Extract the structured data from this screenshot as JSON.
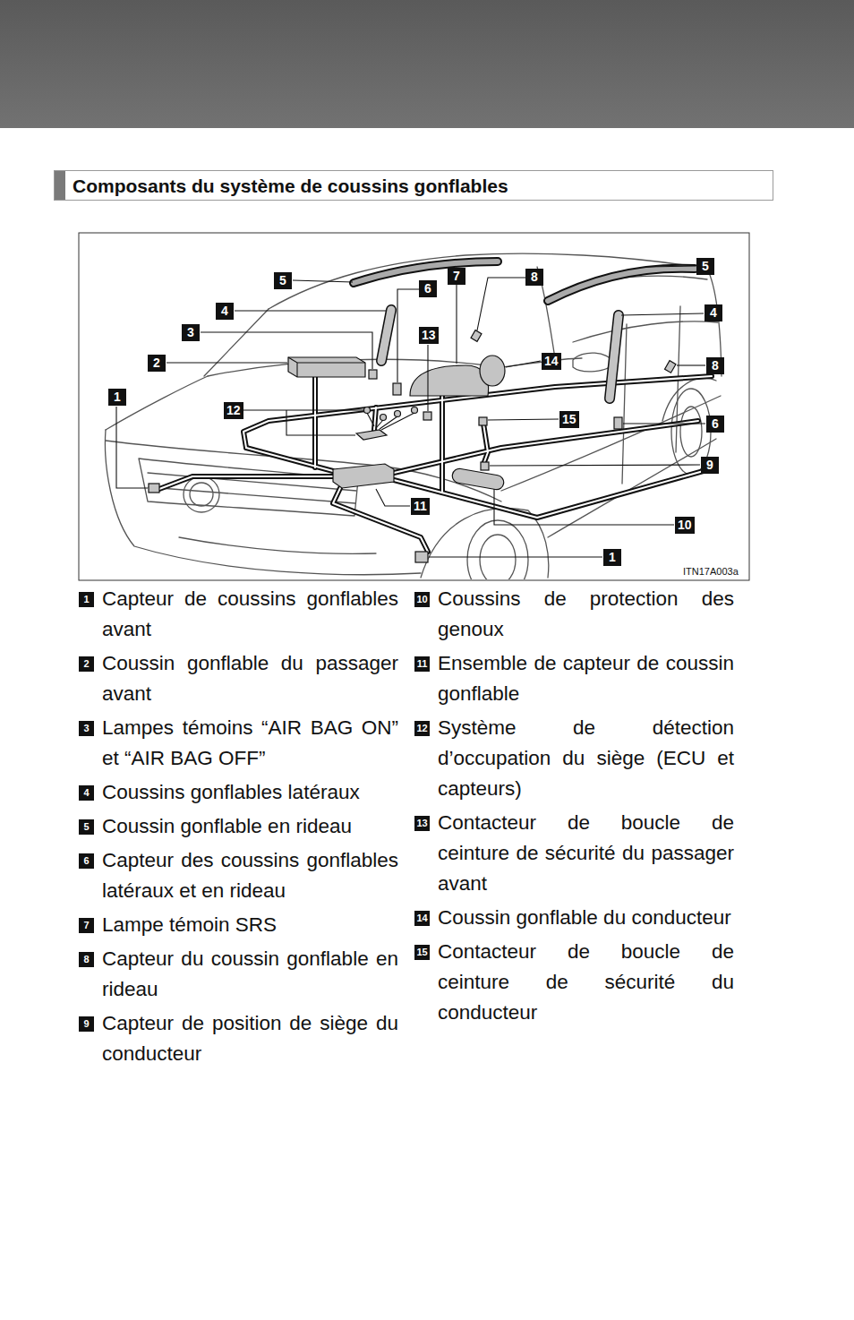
{
  "diagram": {
    "title": "Composants du système de coussins gonflables",
    "nodes": [
      {
        "text": [
          "5"
        ]
      },
      {
        "text": [
          "7"
        ]
      },
      {
        "text": [
          "8"
        ]
      },
      {
        "text": [
          "5"
        ]
      },
      {
        "text": [
          "6"
        ]
      },
      {
        "text": [
          "4"
        ]
      },
      {
        "text": [
          "4"
        ]
      },
      {
        "text": [
          "3"
        ]
      },
      {
        "text": [
          "13"
        ]
      },
      {
        "text": [
          "14"
        ]
      },
      {
        "text": [
          "2"
        ]
      },
      {
        "text": [
          "8"
        ]
      },
      {
        "text": [
          "1"
        ]
      },
      {
        "text": [
          "12"
        ]
      },
      {
        "text": [
          "15"
        ]
      },
      {
        "text": [
          "6"
        ]
      },
      {
        "text": [
          "9"
        ]
      },
      {
        "text": [
          "11"
        ]
      },
      {
        "text": [
          "10"
        ]
      },
      {
        "text": [
          "1"
        ]
      },
      {
        "text": [
          "1",
          "Capteur de coussins gonflables avant"
        ]
      },
      {
        "text": [
          "2",
          "Coussin gonflable du passager avant"
        ]
      },
      {
        "text": [
          "3",
          "Lampes témoins “AIR BAG ON” et “AIR BAG OFF”"
        ]
      },
      {
        "text": [
          "4",
          "Coussins gonflables latéraux"
        ]
      },
      {
        "text": [
          "5",
          "Coussin gonflable en rideau"
        ]
      },
      {
        "text": [
          "6",
          "Capteur des coussins gonflables latéraux et en rideau"
        ]
      },
      {
        "text": [
          "7",
          "Lampe témoin SRS"
        ]
      },
      {
        "text": [
          "8",
          "Capteur du coussin gonflable en rideau"
        ]
      },
      {
        "text": [
          "9",
          "Capteur de position de siège du conducteur"
        ]
      },
      {
        "text": [
          "10",
          "Coussins de protection des genoux"
        ]
      },
      {
        "text": [
          "11",
          "Ensemble de capteur de coussin gonflable"
        ]
      },
      {
        "text": [
          "12",
          "Système de détection d’occupation du siège (ECU et capteurs)"
        ]
      },
      {
        "text": [
          "13",
          "Contacteur de boucle de ceinture de sécurité du passager avant"
        ]
      },
      {
        "text": [
          "14",
          "Coussin gonflable du conducteur"
        ]
      },
      {
        "text": [
          "15",
          "Contacteur de boucle de ceinture de sécurité du conducteur"
        ]
      }
    ],
    "labels": [
      "ITN17A003a"
    ]
  }
}
